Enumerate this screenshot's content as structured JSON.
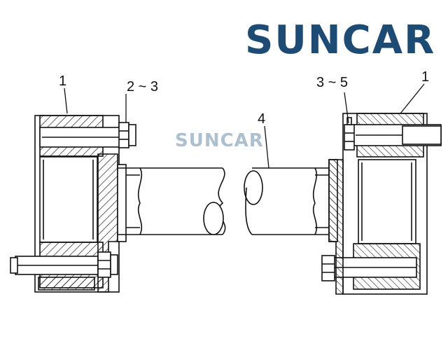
{
  "watermark": {
    "main_text": "SUNCAR",
    "faint_text": "SUNCAR",
    "color_dark": "#1d4b73",
    "color_accent": "#2a7fc0"
  },
  "callouts": {
    "left_flange": "1",
    "left_bolts": "2 ~ 3",
    "shaft": "4",
    "right_bolts": "3 ~ 5",
    "right_flange": "1"
  }
}
